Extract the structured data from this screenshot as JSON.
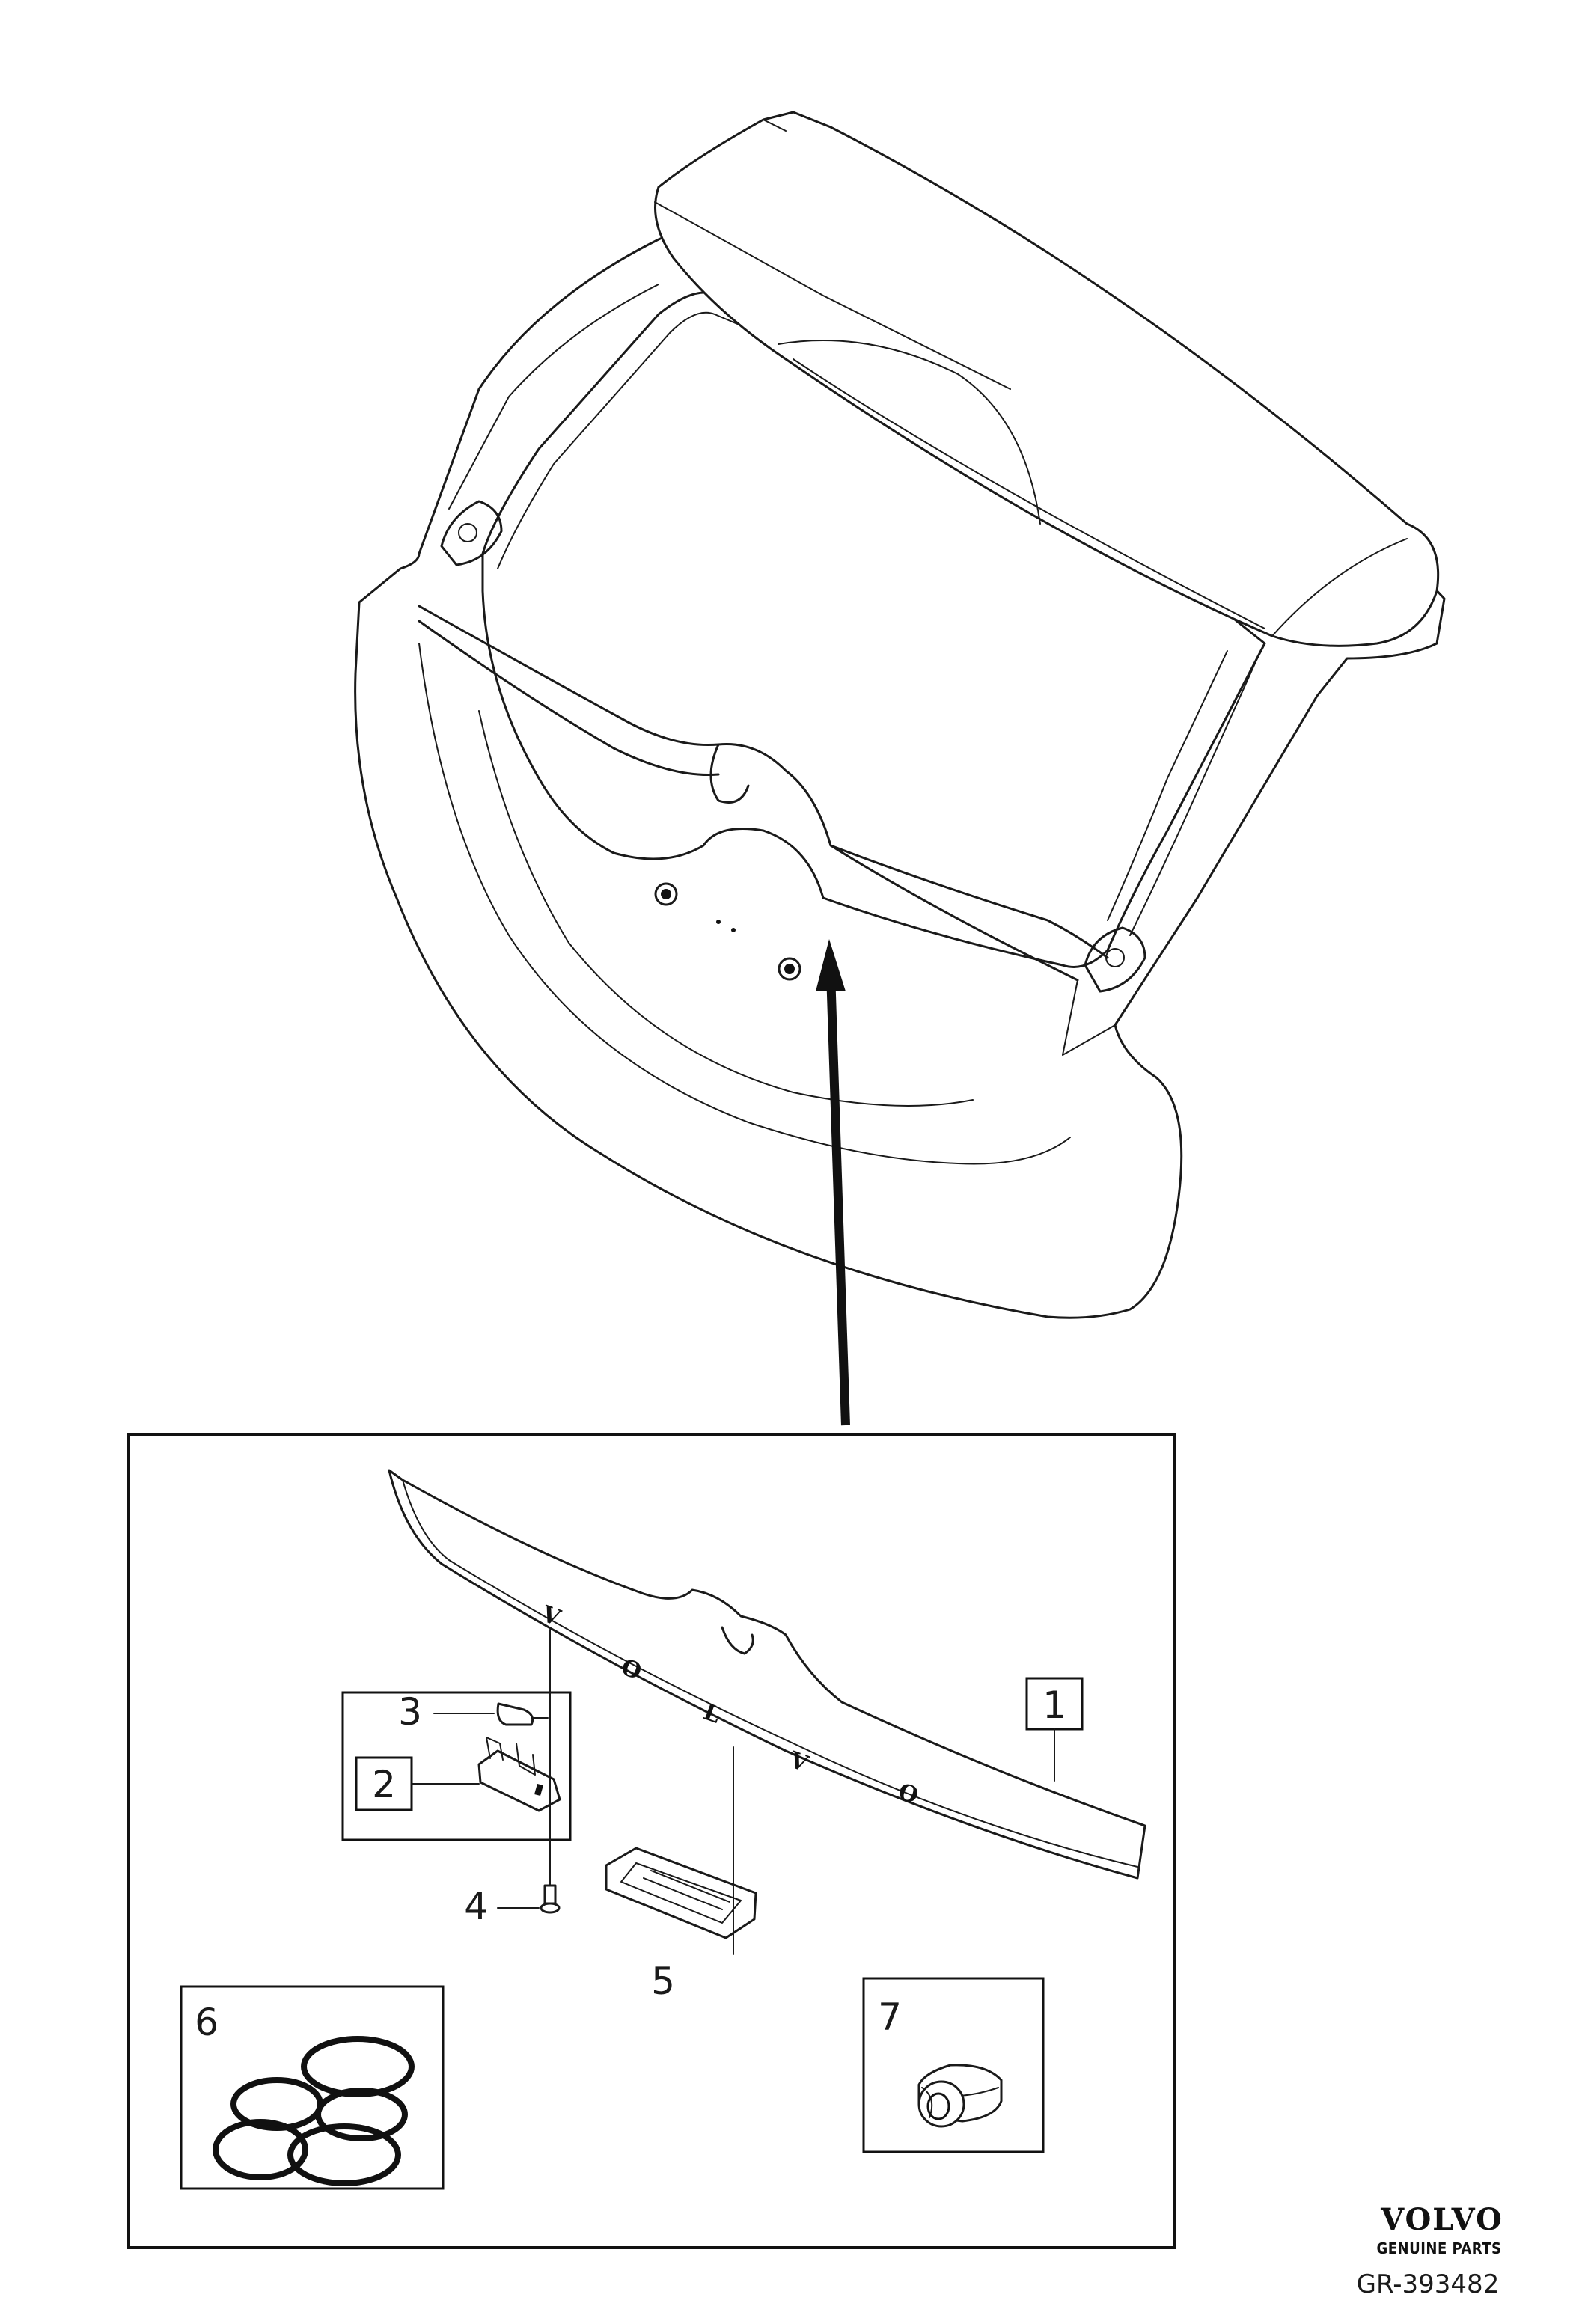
{
  "callouts": [
    {
      "number": "1",
      "boxed": true
    },
    {
      "number": "2",
      "boxed": true
    },
    {
      "number": "3",
      "boxed": false
    },
    {
      "number": "4",
      "boxed": false
    },
    {
      "number": "5",
      "boxed": false
    },
    {
      "number": "6",
      "boxed": true
    },
    {
      "number": "7",
      "boxed": true
    }
  ],
  "trim_badge_letters": [
    "V",
    "O",
    "L",
    "V",
    "O"
  ],
  "brand": {
    "logo": "VOLVO",
    "tagline": "GENUINE PARTS"
  },
  "reference": "GR-393482"
}
